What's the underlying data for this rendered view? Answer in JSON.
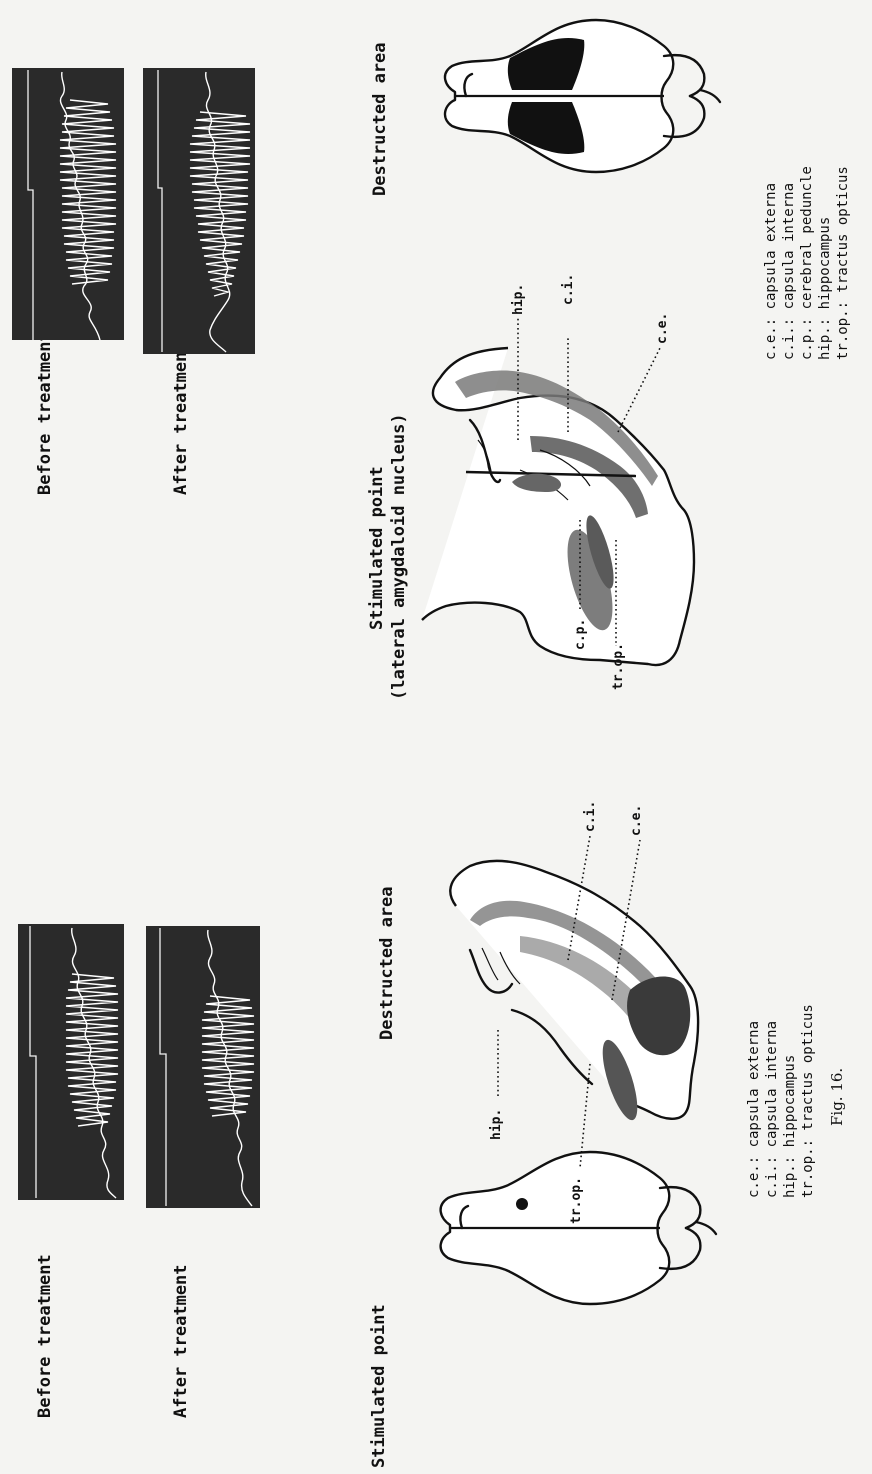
{
  "top_panel": {
    "before_label": "Before treatment",
    "after_label": "After treatment",
    "stimulated_title": "Stimulated point",
    "stimulated_subtitle": "(lateral amygdaloid nucleus)",
    "destructed_title": "Destructed area",
    "section_labels": {
      "hip": "hip.",
      "ci": "c.i.",
      "ce": "c.e.",
      "cp": "c.p.",
      "trop": "tr.op."
    },
    "legend": [
      "c.e.: capsula externa",
      "c.i.: capsula interna",
      "c.p.: cerebral peduncle",
      "hip.: hippocampus",
      "tr.op.: tractus opticus"
    ]
  },
  "bottom_panel": {
    "before_label": "Before treatment",
    "after_label": "After treatment",
    "stimulated_title": "Stimulated point",
    "destructed_title": "Destructed area",
    "section_labels": {
      "hip": "hip.",
      "ci": "c.i.",
      "ce": "c.e.",
      "trop": "tr.op."
    },
    "legend": [
      "c.e.: capsula externa",
      "c.i.: capsula interna",
      "hip.: hippocampus",
      "tr.op.: tractus opticus"
    ]
  },
  "caption": "Fig. 16."
}
